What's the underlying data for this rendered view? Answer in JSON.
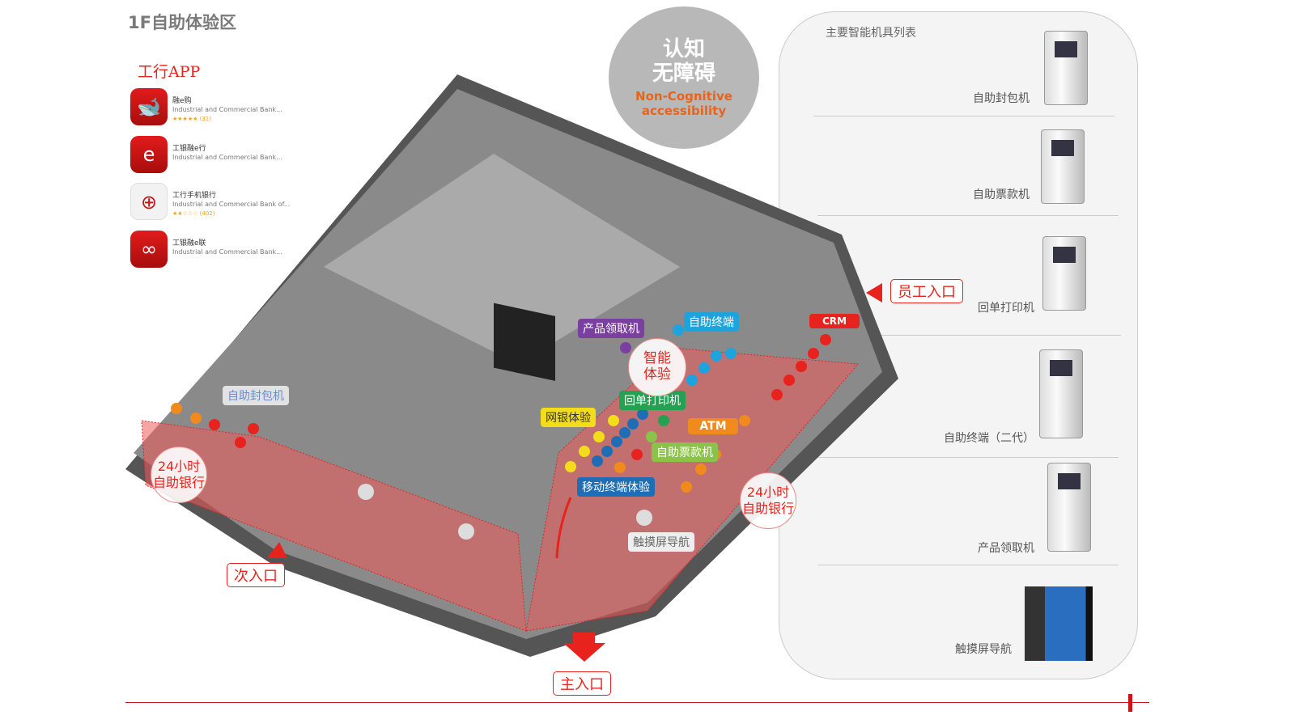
{
  "title": "1F自助体验区",
  "apps": {
    "heading": "工行APP",
    "items": [
      {
        "name": "融e购",
        "subtitle": "Industrial and Commercial Bank...",
        "rating": "★★★★★ (31)",
        "icon": "whale-icon"
      },
      {
        "name": "工银融e行",
        "subtitle": "Industrial and Commercial Bank...",
        "rating": "",
        "icon": "e-icon"
      },
      {
        "name": "工行手机银行",
        "subtitle": "Industrial and Commercial Bank of...",
        "rating": "★★☆☆☆ (402)",
        "icon": "icbc-logo-icon"
      },
      {
        "name": "工银融e联",
        "subtitle": "Industrial and Commercial Bank...",
        "rating": "",
        "icon": "rings-icon"
      }
    ]
  },
  "badge": {
    "line1": "认知",
    "line2": "无障碍",
    "line3": "Non-Cognitive",
    "line4": "accessibility"
  },
  "panel": {
    "title": "主要智能机具列表",
    "items": [
      "自助封包机",
      "自助票款机",
      "回单打印机",
      "自助终端（二代）",
      "产品领取机",
      "触摸屏导航"
    ]
  },
  "plan": {
    "entrances": {
      "staff": "员工入口",
      "secondary": "次入口",
      "main": "主入口"
    },
    "zones": {
      "left": "24小时\n自助银行",
      "right": "24小时\n自助银行",
      "smart": "智能\n体验"
    },
    "tags": {
      "product": "产品领取机",
      "terminal": "自助终端",
      "receipt": "回单打印机",
      "ebank": "网银体验",
      "atm": "ATM",
      "cash": "自助票款机",
      "mobile": "移动终端体验",
      "touch": "触摸屏导航",
      "seal": "自助封包机",
      "crm": "CRM"
    }
  },
  "colors": {
    "accent": "#e8231e",
    "purple": "#7b3fa0",
    "blue": "#1fa3dc",
    "green": "#24a152",
    "yellow": "#f3dc1a",
    "orange": "#f08a1c",
    "lightgreen": "#8bc34a",
    "navy": "#1e6db5"
  }
}
